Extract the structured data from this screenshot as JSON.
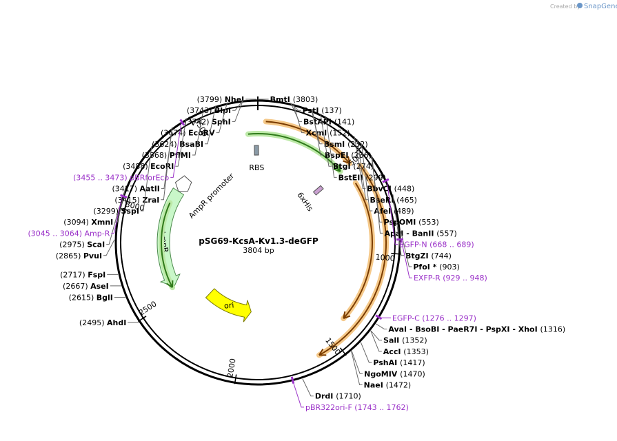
{
  "watermark": {
    "created_by": "Created by",
    "brand": "SnapGene"
  },
  "plasmid": {
    "name": "pSG69-KcsA-Kv1.3-deGFP",
    "size": "3804 bp"
  },
  "ruler_ticks": [
    {
      "label": "500",
      "bp": 500
    },
    {
      "label": "1000",
      "bp": 1000
    },
    {
      "label": "1500",
      "bp": 1500
    },
    {
      "label": "2000",
      "bp": 2000
    },
    {
      "label": "2500",
      "bp": 2500
    },
    {
      "label": "3000",
      "bp": 3000
    },
    {
      "label": "3500",
      "bp": 3500
    }
  ],
  "sites": [
    {
      "name": "NheI",
      "pos": "(3799)",
      "bp": 3799,
      "side": "left"
    },
    {
      "name": "BlpI",
      "pos": "(3743)",
      "bp": 3743,
      "side": "left"
    },
    {
      "name": "SphI",
      "pos": "(3742)",
      "bp": 3742,
      "side": "left"
    },
    {
      "name": "EcoRV",
      "pos": "(3674)",
      "bp": 3674,
      "side": "left"
    },
    {
      "name": "BsaBI",
      "pos": "(3624)",
      "bp": 3624,
      "side": "left"
    },
    {
      "name": "PflMI",
      "pos": "(3568)",
      "bp": 3568,
      "side": "left"
    },
    {
      "name": "EcoRI",
      "pos": "(3488)",
      "bp": 3488,
      "side": "left"
    },
    {
      "name": "AatII",
      "pos": "(3417)",
      "bp": 3417,
      "side": "left"
    },
    {
      "name": "ZraI",
      "pos": "(3415)",
      "bp": 3415,
      "side": "left"
    },
    {
      "name": "SspI",
      "pos": "(3299)",
      "bp": 3299,
      "side": "left"
    },
    {
      "name": "XmnI",
      "pos": "(3094)",
      "bp": 3094,
      "side": "left"
    },
    {
      "name": "ScaI",
      "pos": "(2975)",
      "bp": 2975,
      "side": "left"
    },
    {
      "name": "PvuI",
      "pos": "(2865)",
      "bp": 2865,
      "side": "left"
    },
    {
      "name": "FspI",
      "pos": "(2717)",
      "bp": 2717,
      "side": "left"
    },
    {
      "name": "AseI",
      "pos": "(2667)",
      "bp": 2667,
      "side": "left"
    },
    {
      "name": "BglI",
      "pos": "(2615)",
      "bp": 2615,
      "side": "left"
    },
    {
      "name": "AhdI",
      "pos": "(2495)",
      "bp": 2495,
      "side": "left"
    },
    {
      "name": "BmtI",
      "pos": "(3803)",
      "bp": 3803,
      "side": "right"
    },
    {
      "name": "PstI",
      "pos": "(137)",
      "bp": 137,
      "side": "right"
    },
    {
      "name": "BstAPI",
      "pos": "(141)",
      "bp": 141,
      "side": "right"
    },
    {
      "name": "XcmI",
      "pos": "(152)",
      "bp": 152,
      "side": "right"
    },
    {
      "name": "BsmI",
      "pos": "(232)",
      "bp": 232,
      "side": "right"
    },
    {
      "name": "BspEI",
      "pos": "(236)",
      "bp": 236,
      "side": "right"
    },
    {
      "name": "BtgI",
      "pos": "(274)",
      "bp": 274,
      "side": "right"
    },
    {
      "name": "BstEII",
      "pos": "(299)",
      "bp": 299,
      "side": "right"
    },
    {
      "name": "BbvCI",
      "pos": "(448)",
      "bp": 448,
      "side": "right"
    },
    {
      "name": "BseRI",
      "pos": "(465)",
      "bp": 465,
      "side": "right"
    },
    {
      "name": "AfeI",
      "pos": "(489)",
      "bp": 489,
      "side": "right"
    },
    {
      "name": "PspOMI",
      "pos": "(553)",
      "bp": 553,
      "side": "right"
    },
    {
      "name": "ApaI  - BanII",
      "pos": "(557)",
      "bp": 557,
      "side": "right"
    },
    {
      "name": "BtgZI",
      "pos": "(744)",
      "bp": 744,
      "side": "right"
    },
    {
      "name": "PfoI *",
      "pos": "(903)",
      "bp": 903,
      "side": "right"
    },
    {
      "name": "AvaI  - BsoBI  - PaeR7I  - PspXI  - XhoI",
      "pos": "(1316)",
      "bp": 1316,
      "side": "right"
    },
    {
      "name": "SalI",
      "pos": "(1352)",
      "bp": 1352,
      "side": "right"
    },
    {
      "name": "AccI",
      "pos": "(1353)",
      "bp": 1353,
      "side": "right"
    },
    {
      "name": "PshAI",
      "pos": "(1417)",
      "bp": 1417,
      "side": "right"
    },
    {
      "name": "NgoMIV",
      "pos": "(1470)",
      "bp": 1470,
      "side": "right"
    },
    {
      "name": "NaeI",
      "pos": "(1472)",
      "bp": 1472,
      "side": "right"
    },
    {
      "name": "DrdI",
      "pos": "(1710)",
      "bp": 1710,
      "side": "right"
    }
  ],
  "primers": [
    {
      "name": "pBRforEco",
      "range": "(3455 .. 3473)",
      "bp": 3464,
      "side": "left"
    },
    {
      "name": "Amp-R",
      "range": "(3045 .. 3064)",
      "bp": 3054,
      "side": "left"
    },
    {
      "name": "EGFP-N",
      "range": "(668 .. 689)",
      "bp": 678,
      "side": "right"
    },
    {
      "name": "EXFP-R",
      "range": "(929 .. 948)",
      "bp": 938,
      "side": "right"
    },
    {
      "name": "EGFP-C",
      "range": "(1276 .. 1297)",
      "bp": 1286,
      "side": "right"
    },
    {
      "name": "pBR322ori-F",
      "range": "(1743 .. 1762)",
      "bp": 1752,
      "side": "right"
    }
  ],
  "features": [
    {
      "name": "RBS",
      "start": 3795,
      "end": 3804,
      "kind": "box",
      "color": "#8a9aa6"
    },
    {
      "name": "6xHis",
      "start": 520,
      "end": 540,
      "kind": "box",
      "color": "#c9a0d0"
    },
    {
      "name": "",
      "start": 40,
      "end": 520,
      "kind": "arrow",
      "dir": "cw",
      "color": "#7a3c00",
      "halo": "#f5c98a"
    },
    {
      "name": "",
      "start": 3750,
      "end": 520,
      "kind": "arrow",
      "dir": "cw",
      "color": "#2f7a1a",
      "halo": "#bde9a8"
    },
    {
      "name": "",
      "start": 620,
      "end": 1390,
      "kind": "arrow",
      "dir": "cw",
      "color": "#7a3c00",
      "halo": "#f5c98a"
    },
    {
      "name": "",
      "start": 560,
      "end": 1600,
      "kind": "arrow",
      "dir": "cw",
      "color": "#7a3c00",
      "halo": "#f5c98a"
    },
    {
      "name": "AmpR",
      "start": 2560,
      "end": 3200,
      "kind": "wide",
      "dir": "ccw",
      "color": "#c9f7c9"
    },
    {
      "name": "AmpR promoter",
      "start": 3200,
      "end": 3300,
      "kind": "promoter",
      "dir": "ccw",
      "color": "#ffffff"
    },
    {
      "name": "",
      "start": 2560,
      "end": 3110,
      "kind": "arrow",
      "dir": "ccw",
      "color": "#2f7a1a",
      "halo": "#bde9a8"
    },
    {
      "name": "ori",
      "start": 1960,
      "end": 2360,
      "kind": "ori",
      "dir": "ccw",
      "color": "#ffff00"
    }
  ],
  "colors": {
    "backbone": "#000000",
    "primer": "#9a30c8"
  }
}
